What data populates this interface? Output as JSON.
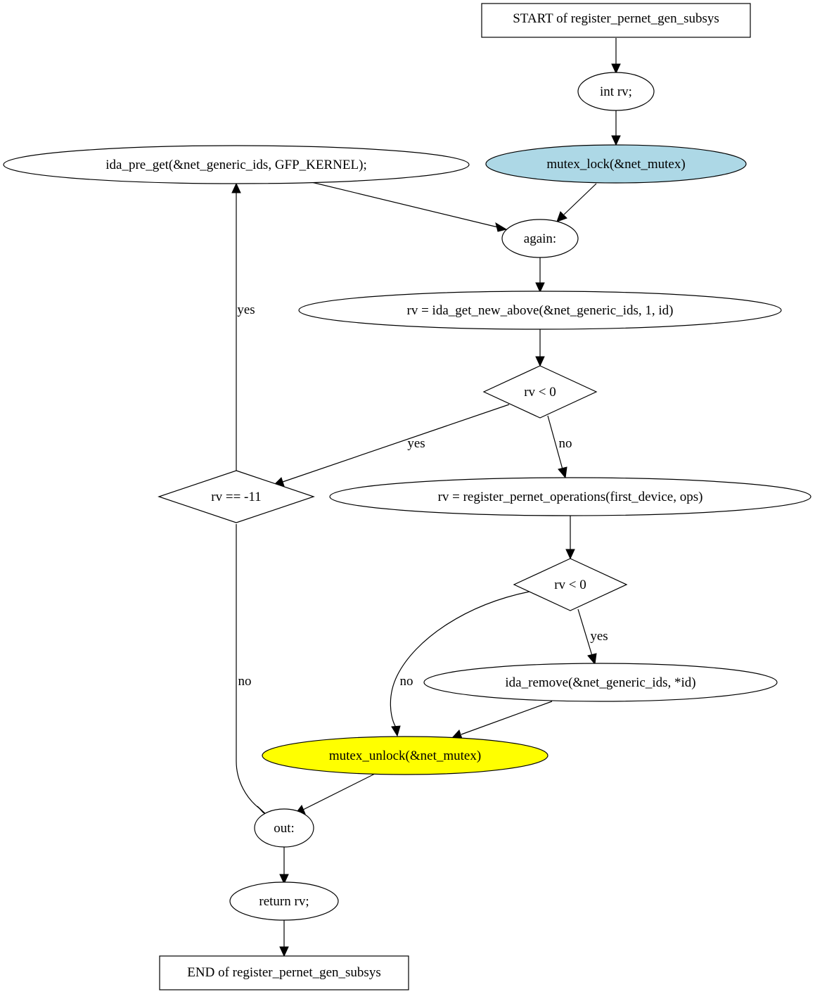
{
  "nodes": {
    "start": {
      "label": "START of register_pernet_gen_subsys"
    },
    "decl": {
      "label": "int rv;"
    },
    "lock": {
      "label": "mutex_lock(&net_mutex)",
      "fill": "#add8e6"
    },
    "pre_get": {
      "label": "ida_pre_get(&net_generic_ids, GFP_KERNEL);"
    },
    "again": {
      "label": "again:"
    },
    "get_new": {
      "label": "rv = ida_get_new_above(&net_generic_ids, 1, id)"
    },
    "cond1": {
      "label": "rv < 0"
    },
    "cond_eagain": {
      "label": "rv == -11"
    },
    "register_ops": {
      "label": "rv = register_pernet_operations(first_device, ops)"
    },
    "cond2": {
      "label": "rv < 0"
    },
    "remove": {
      "label": "ida_remove(&net_generic_ids, *id)"
    },
    "unlock": {
      "label": "mutex_unlock(&net_mutex)",
      "fill": "#ffff00"
    },
    "out": {
      "label": "out:"
    },
    "ret": {
      "label": "return rv;"
    },
    "end": {
      "label": "END of register_pernet_gen_subsys"
    }
  },
  "edges": {
    "eagain_yes": "yes",
    "cond1_yes": "yes",
    "cond1_no": "no",
    "cond2_yes": "yes",
    "cond2_no": "no",
    "eagain_no": "no"
  }
}
